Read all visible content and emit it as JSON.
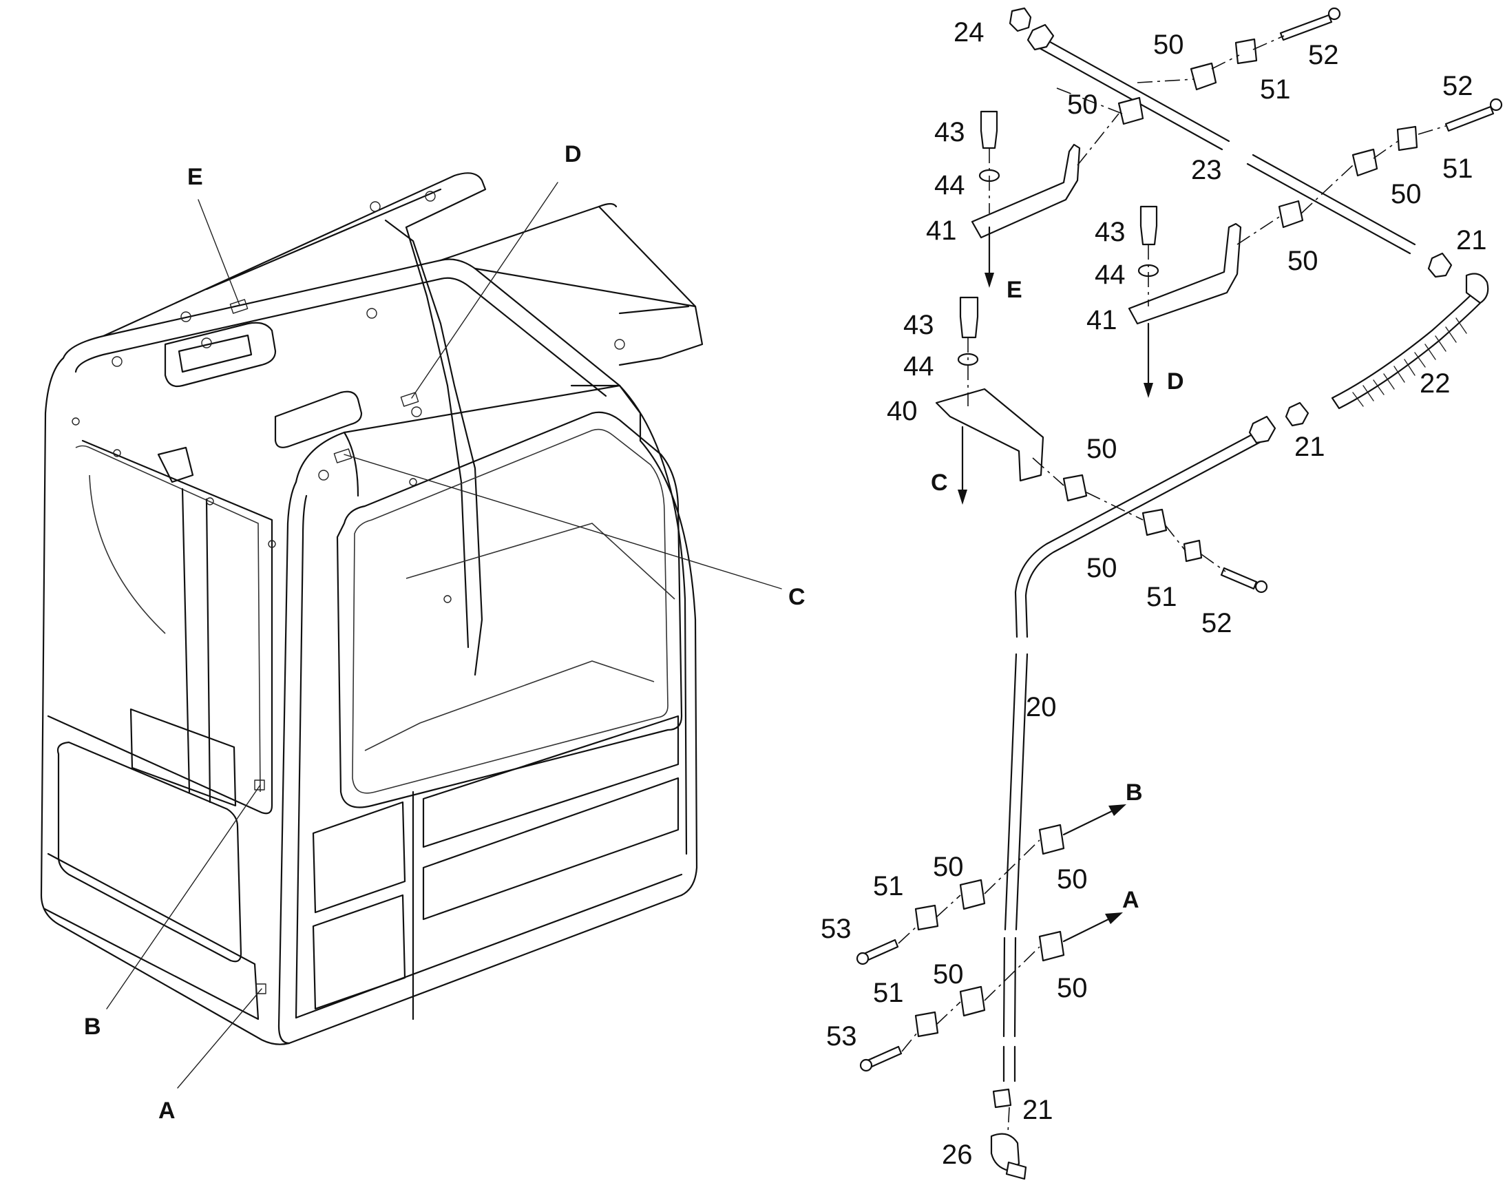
{
  "diagram": {
    "view_labels": [
      "E",
      "D",
      "C",
      "B",
      "A"
    ],
    "arrow_labels": {
      "e": "E",
      "d": "D",
      "c": "C",
      "b": "B",
      "a": "A"
    },
    "part_numbers": [
      {
        "id": "p24",
        "text": "24"
      },
      {
        "id": "p50a",
        "text": "50"
      },
      {
        "id": "p52a",
        "text": "52"
      },
      {
        "id": "p51a",
        "text": "51"
      },
      {
        "id": "p52b",
        "text": "52"
      },
      {
        "id": "p50b",
        "text": "50"
      },
      {
        "id": "p43a",
        "text": "43"
      },
      {
        "id": "p23",
        "text": "23"
      },
      {
        "id": "p51b",
        "text": "51"
      },
      {
        "id": "p44a",
        "text": "44"
      },
      {
        "id": "p50c",
        "text": "50"
      },
      {
        "id": "p41a",
        "text": "41"
      },
      {
        "id": "p43b",
        "text": "43"
      },
      {
        "id": "p21a",
        "text": "21"
      },
      {
        "id": "p44b",
        "text": "44"
      },
      {
        "id": "p50d",
        "text": "50"
      },
      {
        "id": "p43c",
        "text": "43"
      },
      {
        "id": "p41b",
        "text": "41"
      },
      {
        "id": "p22",
        "text": "22"
      },
      {
        "id": "p44c",
        "text": "44"
      },
      {
        "id": "p40",
        "text": "40"
      },
      {
        "id": "p21b",
        "text": "21"
      },
      {
        "id": "p50e",
        "text": "50"
      },
      {
        "id": "p50f",
        "text": "50"
      },
      {
        "id": "p51c",
        "text": "51"
      },
      {
        "id": "p52c",
        "text": "52"
      },
      {
        "id": "p20",
        "text": "20"
      },
      {
        "id": "p50g",
        "text": "50"
      },
      {
        "id": "p51d",
        "text": "51"
      },
      {
        "id": "p50h",
        "text": "50"
      },
      {
        "id": "p53a",
        "text": "53"
      },
      {
        "id": "p50i",
        "text": "50"
      },
      {
        "id": "p51e",
        "text": "51"
      },
      {
        "id": "p50j",
        "text": "50"
      },
      {
        "id": "p53b",
        "text": "53"
      },
      {
        "id": "p21c",
        "text": "21"
      },
      {
        "id": "p26",
        "text": "26"
      }
    ]
  }
}
